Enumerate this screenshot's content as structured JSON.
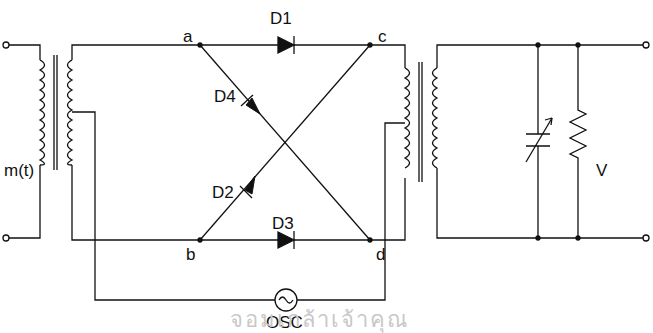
{
  "diagram": {
    "labels": [
      "a",
      "D1",
      "c",
      "m(t)",
      "D4",
      "D2",
      "b",
      "D3",
      "d",
      "OSC",
      "V",
      "จอมเกล้าเจ้าคุณ"
    ]
  }
}
